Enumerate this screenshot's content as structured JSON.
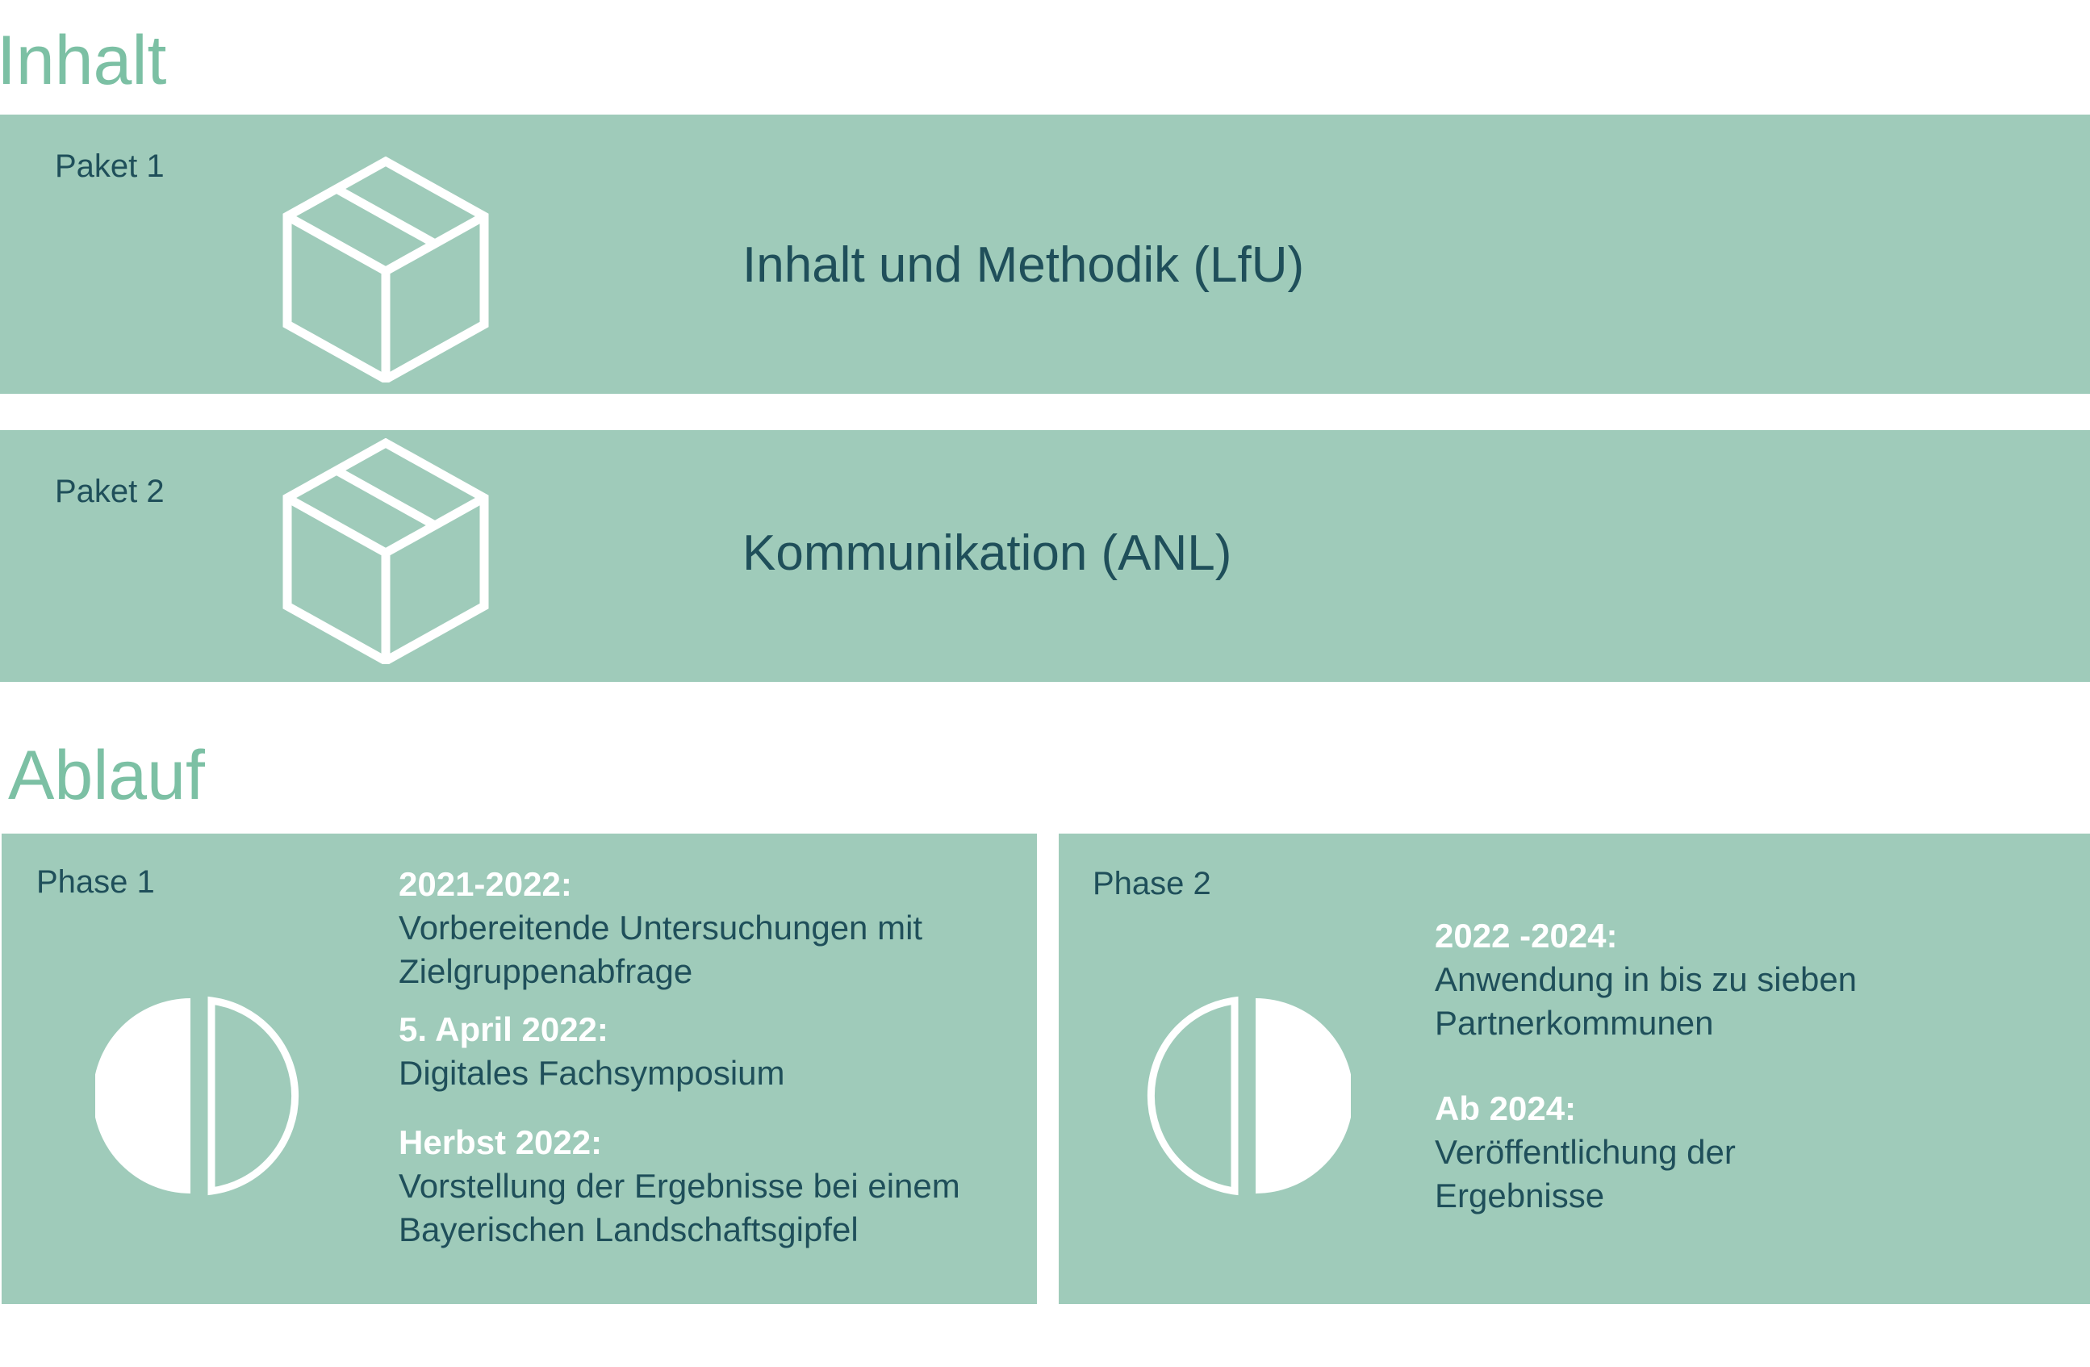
{
  "inhalt": {
    "title": "Inhalt",
    "pakete": [
      {
        "label": "Paket 1",
        "heading": "Inhalt und Methodik (LfU)",
        "icon": "box-icon"
      },
      {
        "label": "Paket 2",
        "heading": "Kommunikation (ANL)",
        "icon": "box-icon"
      }
    ]
  },
  "ablauf": {
    "title": "Ablauf",
    "phases": [
      {
        "label": "Phase 1",
        "icon": "half-circle-left-filled-icon",
        "entries": [
          {
            "date": "2021-2022:",
            "text_lines": [
              "Vorbereitende Untersuchungen mit",
              "Zielgruppenabfrage"
            ]
          },
          {
            "date": "5. April 2022:",
            "text_lines": [
              "Digitales Fachsymposium"
            ]
          },
          {
            "date": "Herbst 2022:",
            "text_lines": [
              "Vorstellung der Ergebnisse bei einem",
              "Bayerischen Landschaftsgipfel"
            ]
          }
        ]
      },
      {
        "label": "Phase 2",
        "icon": "half-circle-right-filled-icon",
        "entries": [
          {
            "date": "2022 -2024:",
            "text_lines": [
              "Anwendung in bis zu sieben",
              "Partnerkommunen"
            ]
          },
          {
            "date": "Ab 2024:",
            "text_lines": [
              "Veröffentlichung der",
              "Ergebnisse"
            ]
          }
        ]
      }
    ]
  },
  "colors": {
    "accent_title": "#7cc0a4",
    "panel_bg": "#9fcbba",
    "dark_text": "#1f4f5a",
    "icon_white": "#ffffff"
  }
}
